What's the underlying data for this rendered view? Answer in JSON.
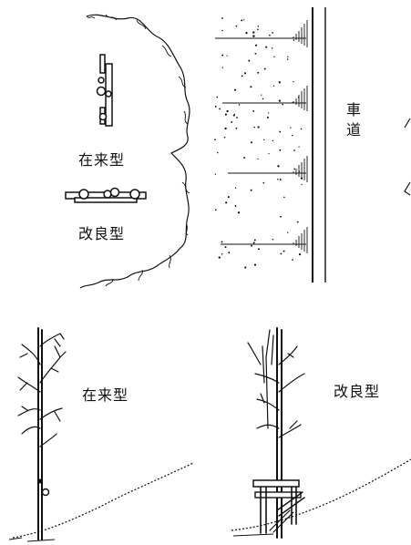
{
  "plan_view": {
    "label_conventional": "在来型",
    "label_improved": "改良型"
  },
  "road": {
    "label": "車道"
  },
  "elevation_conventional": {
    "label": "在来型"
  },
  "elevation_improved": {
    "label": "改良型"
  }
}
